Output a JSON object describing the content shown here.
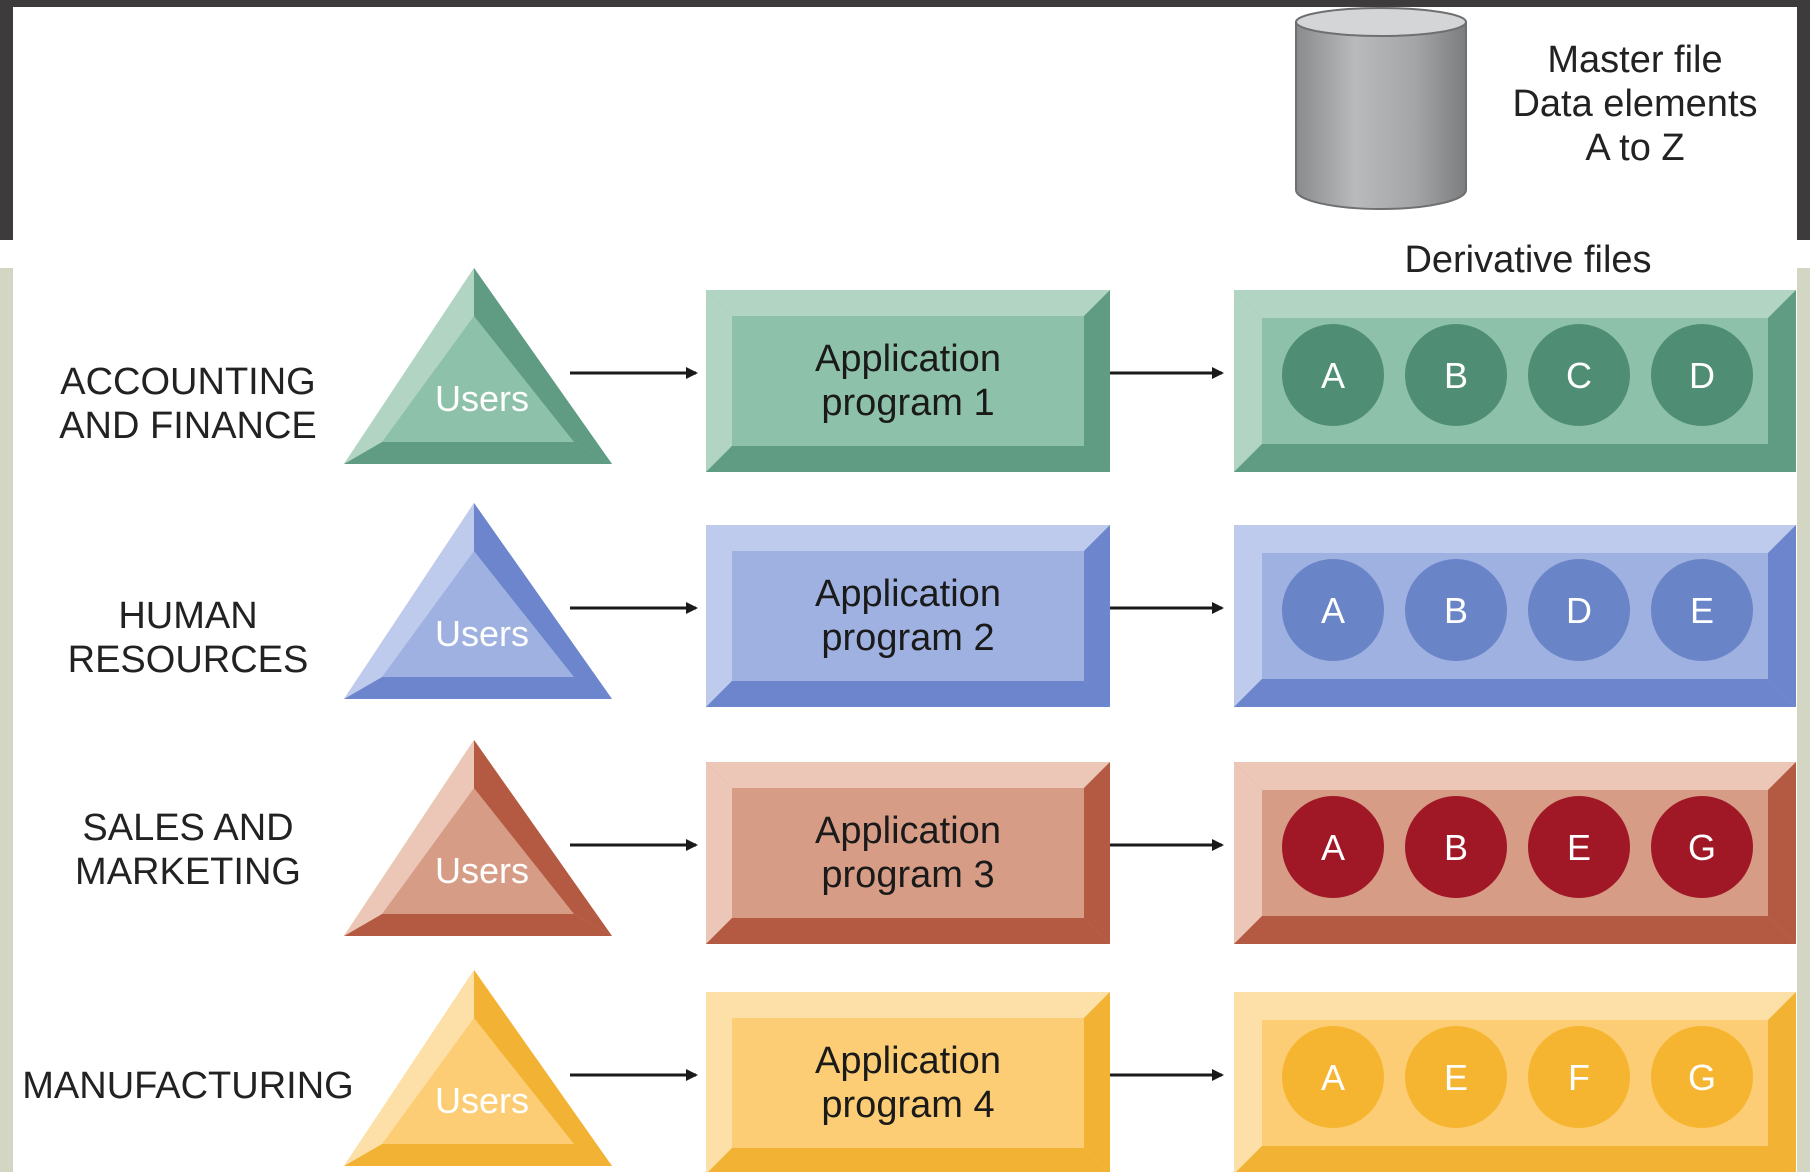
{
  "master_file": {
    "lines": [
      "Master file",
      "Data elements",
      "A to Z"
    ]
  },
  "derivative_title": "Derivative files",
  "rows": [
    {
      "department": [
        "ACCOUNTING",
        "AND FINANCE"
      ],
      "users_label": "Users",
      "program": [
        "Application",
        "program 1"
      ],
      "files": [
        "A",
        "B",
        "C",
        "D"
      ],
      "colors": {
        "light": "#b2d4c3",
        "mid": "#8ec1a9",
        "dark": "#5f9c83",
        "circle": "#4f8e75"
      }
    },
    {
      "department": [
        "HUMAN",
        "RESOURCES"
      ],
      "users_label": "Users",
      "program": [
        "Application",
        "program 2"
      ],
      "files": [
        "A",
        "B",
        "D",
        "E"
      ],
      "colors": {
        "light": "#bfcbec",
        "mid": "#9fb1e0",
        "dark": "#6c85cc",
        "circle": "#6a84c8"
      }
    },
    {
      "department": [
        "SALES AND",
        "MARKETING"
      ],
      "users_label": "Users",
      "program": [
        "Application",
        "program 3"
      ],
      "files": [
        "A",
        "B",
        "E",
        "G"
      ],
      "colors": {
        "light": "#ecc7b8",
        "mid": "#d79c86",
        "dark": "#b45a43",
        "circle": "#a01826"
      }
    },
    {
      "department": [
        "MANUFACTURING"
      ],
      "users_label": "Users",
      "program": [
        "Application",
        "program 4"
      ],
      "files": [
        "A",
        "E",
        "F",
        "G"
      ],
      "colors": {
        "light": "#fde0a8",
        "mid": "#fccd74",
        "dark": "#f2b233",
        "circle": "#f6b530"
      }
    }
  ]
}
